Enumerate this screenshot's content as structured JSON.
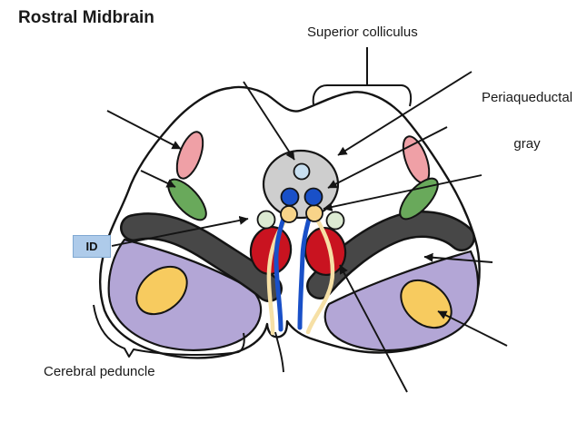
{
  "title": "Rostral Midbrain",
  "labels": {
    "superior_colliculus": "Superior colliculus",
    "periaqueductal_line1": "Periaqueductal",
    "periaqueductal_line2": "gray",
    "id_box": "ID",
    "cerebral_peduncle": "Cerebral peduncle"
  },
  "id_box_style": "background:#AECBEA;border-color:#7FA8D2",
  "colors": {
    "outline": "#141414",
    "pag_fill": "#CECECE",
    "aqueduct_fill": "#C8DFF0",
    "oculomotor_fill": "#1950C8",
    "ew_fill": "#F8D489",
    "small_green_fill": "#DCEAD2",
    "red_nucleus_fill": "#C91320",
    "pink_fill": "#EFA0A6",
    "green_fill": "#69A95B",
    "sn_fill": "#474747",
    "peduncle_fill": "#B3A6D6",
    "yellow_fill": "#F7CB5F",
    "nerve_blue": "#1950C8",
    "nerve_cream": "#F6E0A6"
  }
}
